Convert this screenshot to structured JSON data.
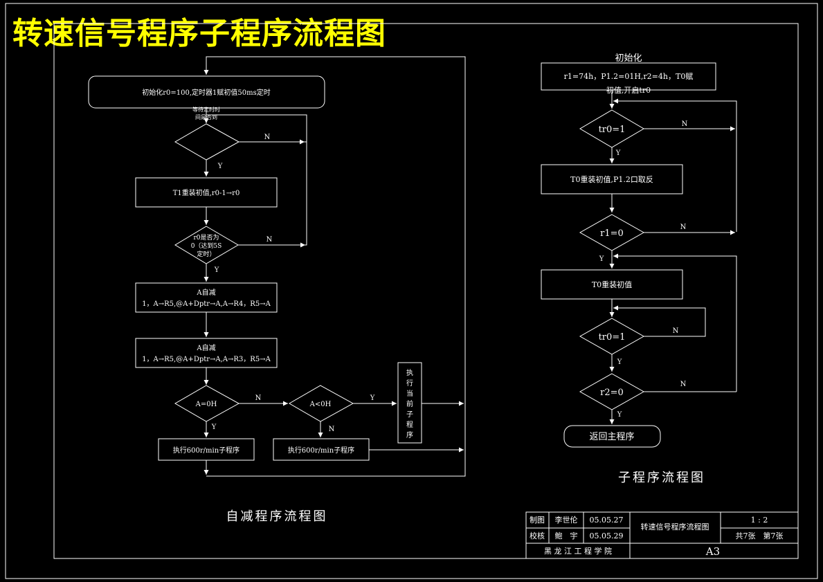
{
  "title": "转速信号程序子程序流程图",
  "left": {
    "caption": "自减程序流程图",
    "init": "初始化r0=100,定时器1赋初值50ms定时",
    "wait_label_1": "等待定时时",
    "wait_label_2": "间是否到",
    "t1_reload": "T1重装初值,r0-1→r0",
    "r0_check_1": "r0是否为",
    "r0_check_2": "0（达到5S",
    "r0_check_3": "定时）",
    "dec1_title": "A自减",
    "dec1_body": "1，A→R5,@A+Dptr→A,A→R4，R5→A",
    "dec2_title": "A自减",
    "dec2_body": "1，A→R5,@A+Dptr→A,A→R3，R5→A",
    "a_eq_0": "A=0H",
    "a_lt_0": "A<0H",
    "exec_current": [
      "执",
      "行",
      "当",
      "前",
      "子",
      "程",
      "序"
    ],
    "exec_600_a": "执行600r/min子程序",
    "exec_600_b": "执行600r/min子程序",
    "y": "Y",
    "n": "N"
  },
  "right": {
    "caption": "子程序流程图",
    "init_title": "初始化",
    "init_line1": "r1=74h，P1.2=01H,r2=4h，T0赋",
    "init_line2": "初值,开启tr0",
    "tr0_1": "tr0=1",
    "t0_reload_p12": "T0重装初值,P1.2口取反",
    "r1_0": "r1=0",
    "t0_reload": "T0重装初值",
    "tr0_2": "tr0=1",
    "r2_0": "r2=0",
    "return": "返回主程序",
    "y": "Y",
    "n": "N"
  },
  "title_block": {
    "drawn_label": "制图",
    "drawn_name": "李世伦",
    "drawn_date": "05.05.27",
    "check_label": "校核",
    "check_name": "鲍　宇",
    "check_date": "05.05.29",
    "drawing_name": "转速信号程序流程图",
    "scale": "1 : 2",
    "sheets": "共7张　第7张",
    "school": "黑 龙 江 工 程 学 院",
    "paper": "A3"
  }
}
